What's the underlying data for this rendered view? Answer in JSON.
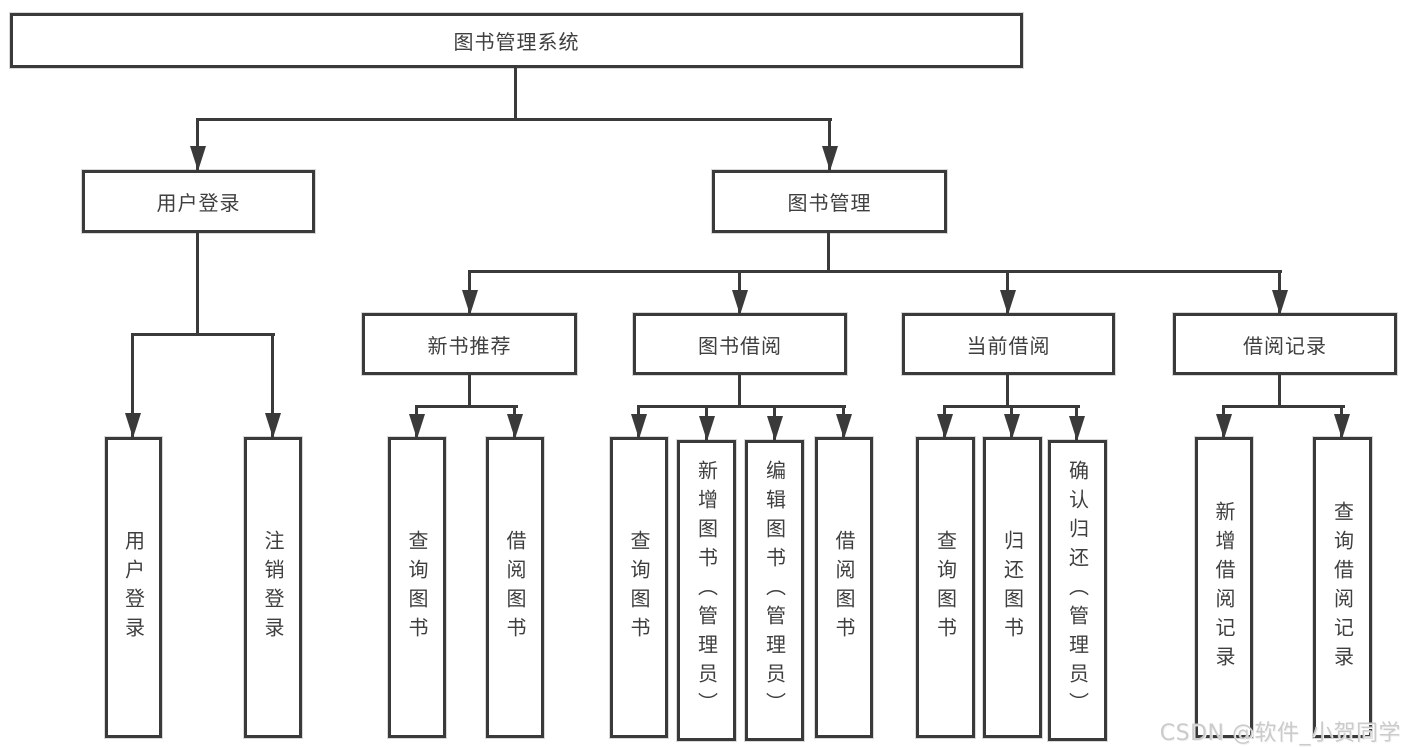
{
  "diagram": {
    "root": {
      "label": "图书管理系统"
    },
    "branches": [
      {
        "label": "用户登录",
        "children": [
          "用户登录",
          "注销登录"
        ]
      },
      {
        "label": "图书管理",
        "children": [
          {
            "label": "新书推荐",
            "children": [
              "查询图书",
              "借阅图书"
            ]
          },
          {
            "label": "图书借阅",
            "children": [
              "查询图书",
              "新增图书（管理员）",
              "编辑图书（管理员）",
              "借阅图书"
            ]
          },
          {
            "label": "当前借阅",
            "children": [
              "查询图书",
              "归还图书",
              "确认归还（管理员）"
            ]
          },
          {
            "label": "借阅记录",
            "children": [
              "新增借阅记录",
              "查询借阅记录"
            ]
          }
        ]
      }
    ]
  },
  "watermark": {
    "text": "CSDN @软件_小贺同学"
  },
  "colors": {
    "line": "#3a3a3a",
    "box_border": "#3a3a3a",
    "text": "#3f3f3f",
    "watermark": "#cbcbcb",
    "background": "#ffffff"
  }
}
